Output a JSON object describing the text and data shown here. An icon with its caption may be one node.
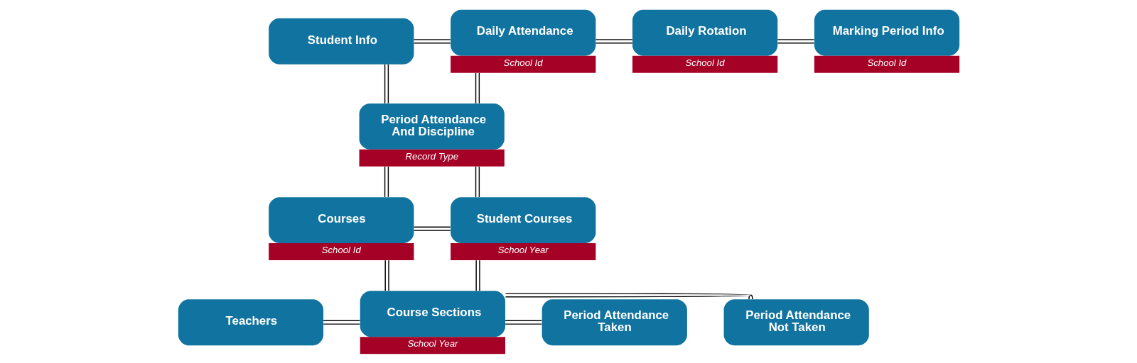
{
  "diagram": {
    "nodes": [
      {
        "text": [
          "Student Info"
        ]
      },
      {
        "text": [
          "Daily Attendance"
        ],
        "beside": [
          "School Id"
        ]
      },
      {
        "text": [
          "Daily Rotation"
        ],
        "beside": [
          "School Id"
        ]
      },
      {
        "text": [
          "Marking Period Info"
        ],
        "beside": [
          "School Id"
        ]
      },
      {
        "text": [
          "Period Attendance And Discipline"
        ],
        "beside": [
          "Record Type"
        ]
      },
      {
        "text": [
          "Courses"
        ],
        "beside": [
          "School Id"
        ]
      },
      {
        "text": [
          "Student Courses"
        ],
        "beside": [
          "School Year"
        ]
      },
      {
        "text": [
          "Period Attendance Not Taken"
        ]
      },
      {
        "text": [
          "Teachers"
        ]
      },
      {
        "text": [
          "Course Sections"
        ],
        "beside": [
          "School Year"
        ]
      },
      {
        "text": [
          "Period Attendance Taken"
        ]
      }
    ],
    "edges": [
      {
        "from": 0,
        "to": 1,
        "arrow": "none"
      },
      {
        "from": 0,
        "to": 4,
        "arrow": "none"
      },
      {
        "from": 1,
        "to": 2,
        "arrow": "none"
      },
      {
        "from": 2,
        "to": 3,
        "arrow": "none"
      },
      {
        "from": 1,
        "to": 4,
        "arrow": "none"
      },
      {
        "from": 5,
        "to": 4,
        "arrow": "none"
      },
      {
        "from": 4,
        "to": 6,
        "arrow": "none"
      },
      {
        "from": 5,
        "to": 6,
        "arrow": "none"
      },
      {
        "from": 5,
        "to": 9,
        "arrow": "none"
      },
      {
        "from": 6,
        "to": 9,
        "arrow": "none"
      },
      {
        "from": 9,
        "to": 7,
        "arrow": "none"
      },
      {
        "from": 8,
        "to": 9,
        "arrow": "none"
      },
      {
        "from": 9,
        "to": 10,
        "arrow": "none"
      }
    ]
  }
}
